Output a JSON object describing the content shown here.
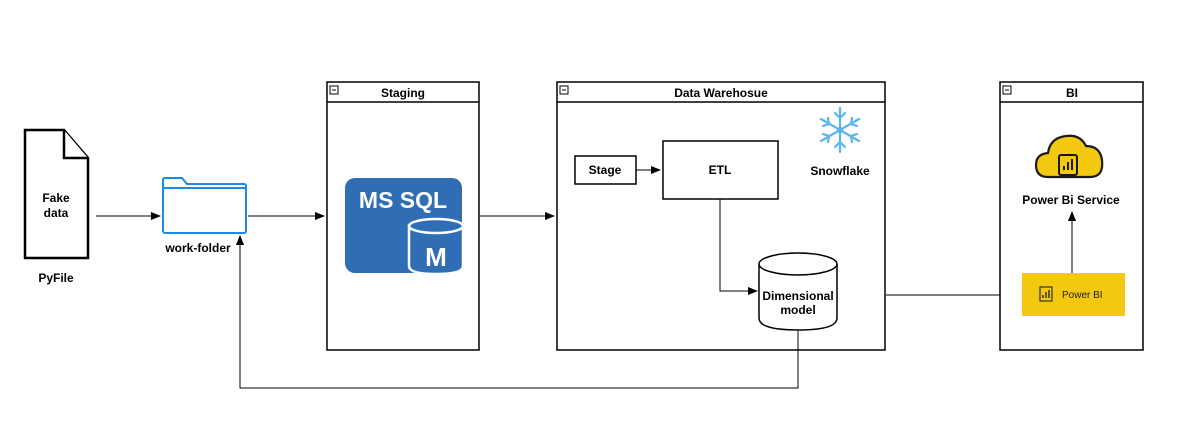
{
  "nodes": {
    "pyfile": {
      "label_line1": "Fake",
      "label_line2": "data",
      "caption": "PyFile"
    },
    "work_folder": {
      "caption": "work-folder"
    },
    "staging": {
      "title": "Staging",
      "logo_text": "MS SQL",
      "logo_letter": "M"
    },
    "data_warehouse": {
      "title": "Data Warehosue"
    },
    "stage": {
      "label": "Stage"
    },
    "etl": {
      "label": "ETL"
    },
    "snowflake": {
      "caption": "Snowflake"
    },
    "dimensional_model": {
      "label_line1": "Dimensional",
      "label_line2": "model"
    },
    "bi": {
      "title": "BI"
    },
    "power_bi_service": {
      "caption": "Power Bi Service"
    },
    "power_bi": {
      "label": "Power BI"
    }
  },
  "colors": {
    "folder_blue": "#1e88e5",
    "mssql_blue": "#2f6db5",
    "powerbi_yellow": "#f2c811",
    "snowflake_blue": "#5ab4e8"
  }
}
